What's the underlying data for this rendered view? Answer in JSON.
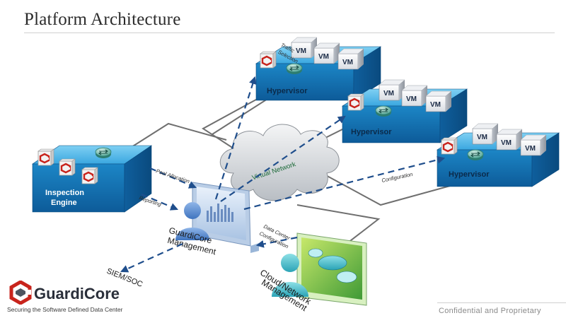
{
  "slide": {
    "title": "Platform Architecture",
    "footer": "Confidential and Proprietary"
  },
  "logo": {
    "name": "GuardiCore",
    "tagline": "Securing the Software Defined Data Center"
  },
  "diagram": {
    "hypervisor_label": "Hypervisor",
    "vm_label": "VM",
    "inspection_engine_line1": "Inspection",
    "inspection_engine_line2": "Engine",
    "virtual_network_label": "Virtual Network",
    "management_line1": "GuardiCore",
    "management_line2": "Management",
    "cloud_mgmt_line1": "Cloud/Network",
    "cloud_mgmt_line2": "Management",
    "siem_label": "SIEM/SOC",
    "flow_labels": {
      "traffic_line1": "Traffic",
      "traffic_line2": "Selection",
      "pool_allocation": "Pool Allocation",
      "reporting": "Reporting",
      "configuration": "Configuration",
      "data_center_line1": "Data Center",
      "data_center_line2": "Configuration"
    }
  },
  "colors": {
    "hypervisor_blue": "#1e88c8",
    "flow_dash": "#1f4e8c",
    "link_gray": "#6f6f6f",
    "logo_red": "#c8241c"
  }
}
